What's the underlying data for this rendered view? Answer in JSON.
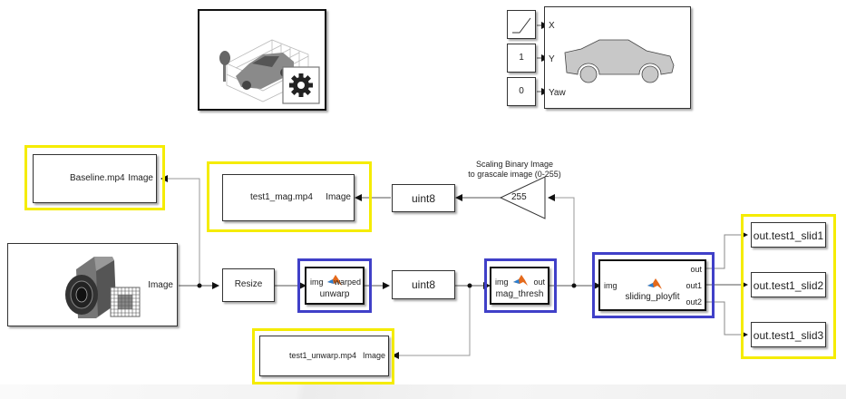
{
  "colors": {
    "highlight_yellow": "#f5ec00",
    "highlight_blue": "#4040c8",
    "wire": "#555555",
    "matlab_orange": "#e46a1c",
    "matlab_blue": "#2b7fd0"
  },
  "blocks": {
    "scenario_block": {
      "icon": "parking-car-gear-icon"
    },
    "vehicle_block": {
      "icon": "car-silhouette-icon",
      "inputs": [
        "X",
        "Y",
        "Yaw"
      ]
    },
    "ramp_block": {
      "icon": "ramp-icon"
    },
    "const_y": {
      "value": "1"
    },
    "const_yaw": {
      "value": "0"
    },
    "baseline_writer": {
      "filename": "Baseline.mp4",
      "port": "Image"
    },
    "mag_writer": {
      "filename": "test1_mag.mp4",
      "port": "Image"
    },
    "unwarp_writer": {
      "filename": "test1_unwarp.mp4",
      "port": "Image"
    },
    "camera_block": {
      "icon": "camera-icon",
      "port": "Image"
    },
    "resize_block": {
      "label": "Resize"
    },
    "unwarp_block": {
      "name": "unwarp",
      "in_port": "img",
      "out_port": "warped"
    },
    "uint8_a": {
      "label": "uint8"
    },
    "uint8_b": {
      "label": "uint8"
    },
    "mag_thresh_block": {
      "name": "mag_thresh",
      "in_port": "img",
      "out_port": "out"
    },
    "gain_block": {
      "value": "255"
    },
    "gain_annotation": [
      "Scaling Binary Image",
      "to grascale image (0-255)"
    ],
    "sliding_block": {
      "name": "sliding_ployfit",
      "in_port": "img",
      "out_ports": [
        "out",
        "out1",
        "out2"
      ]
    },
    "outputs": [
      {
        "label": "out.test1_slid1"
      },
      {
        "label": "out.test1_slid2"
      },
      {
        "label": "out.test1_slid3"
      }
    ]
  }
}
